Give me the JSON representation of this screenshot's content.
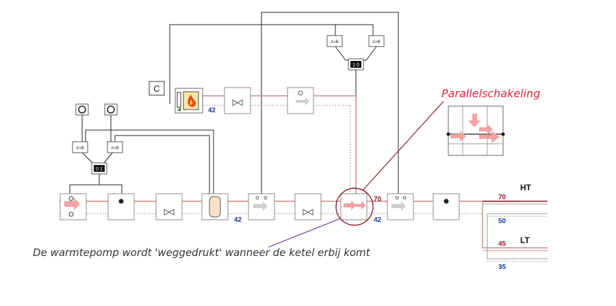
{
  "diagram": {
    "callout": {
      "title": "Parallelschakeling"
    },
    "caption": "De warmtepomp wordt 'weggedrukt' wanneer de ketel erbij komt",
    "controller_label": "C",
    "comparators": {
      "label": "A>B"
    },
    "selectors": {
      "top_label": "1 0",
      "left_label": "0 1"
    },
    "temps": {
      "boiler": "42",
      "main_return": "42",
      "main_supply": "70",
      "ht_supply": "70",
      "ht_return": "50",
      "lt_supply": "45",
      "lt_return": "35"
    },
    "circuits": {
      "ht": "HT",
      "lt": "LT"
    },
    "colors": {
      "accent_red": "#d7263d",
      "dark_red": "#8e1b2c",
      "blue": "#1f3a93",
      "purple": "#6a2c8e",
      "pink_arrow": "#f4a3a3",
      "pipe_red": "#c98a8a"
    }
  }
}
